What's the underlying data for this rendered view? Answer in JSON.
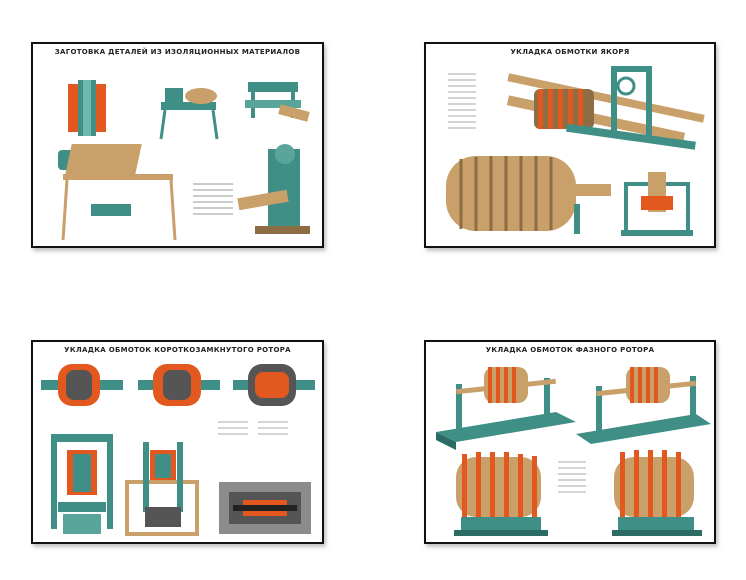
{
  "posters": [
    {
      "title": "ЗАГОТОВКА ДЕТАЛЕЙ ИЗ ИЗОЛЯЦИОННЫХ МАТЕРИАЛОВ"
    },
    {
      "title": "УКЛАДКА ОБМОТКИ ЯКОРЯ"
    },
    {
      "title": "УКЛАДКА ОБМОТОК КОРОТКОЗАМКНУТОГО РОТОРА"
    },
    {
      "title": "УКЛАДКА ОБМОТОК ФАЗНОГО РОТОРА"
    }
  ],
  "colors": {
    "frame": "#111111",
    "teal": "#3f8f87",
    "copper": "#e2581e",
    "wood": "#c9a06a",
    "steel": "#8c8c8c"
  }
}
